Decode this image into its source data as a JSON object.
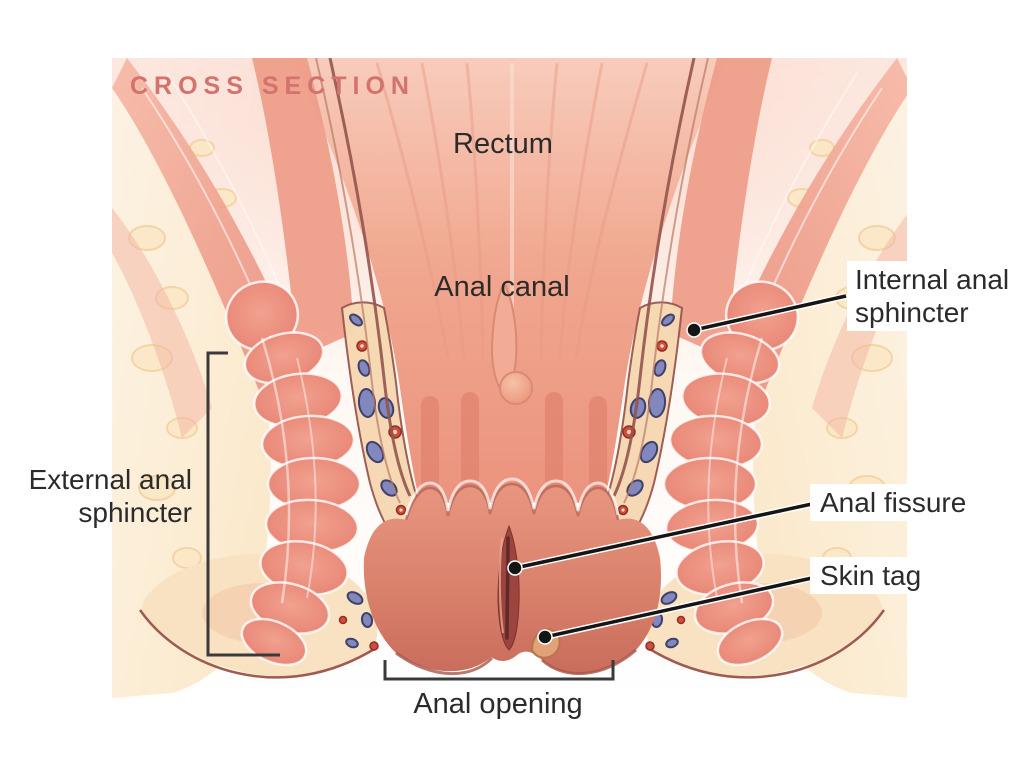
{
  "figure": {
    "kind": "medical-cross-section-illustration",
    "title": "CROSS SECTION",
    "labels": {
      "rectum": "Rectum",
      "anal_canal": "Anal canal",
      "internal_anal_sphincter": {
        "line1": "Internal anal",
        "line2": "sphincter"
      },
      "external_anal_sphincter": {
        "line1": "External anal",
        "line2": "sphincter"
      },
      "anal_fissure": "Anal fissure",
      "skin_tag": "Skin tag",
      "anal_opening": "Anal opening"
    },
    "colors": {
      "title_text": "#d3736d",
      "label_text": "#2b2b2b",
      "leader_line": "#151515",
      "bracket": "#3a3a3a",
      "frame_border": "#8b8b8b",
      "mucosa_pink": "#f1a890",
      "muscle_red": "#e88676",
      "vessel_band_cream": "#f6d8b2",
      "vein_blue": "#8287bd",
      "artery_red": "#d14b3e",
      "fat_cream": "#f9e3bd",
      "fissure_dark": "#7c332e",
      "canal_wall_line": "#93544c"
    }
  }
}
